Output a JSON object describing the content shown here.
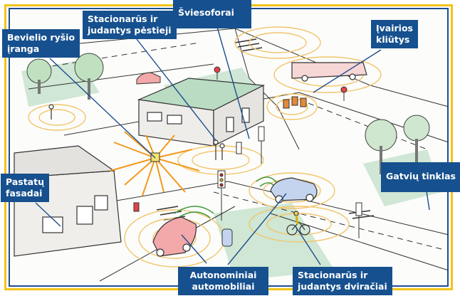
{
  "diagram": {
    "topic": "Autonomous vehicle street environment",
    "colors": {
      "label_background": "#16508e",
      "label_text": "#ffffff",
      "outer_border": "#f2c318",
      "inner_border": "#1d4e8f",
      "signal_rings": "#f2c56b",
      "wireless_rays": "#f29a1a",
      "green_signal": "#3a9a3a",
      "grass": "#a9d6b5"
    },
    "labels": [
      {
        "id": "wireless",
        "line1": "Bevielio ryšio",
        "line2": "įranga"
      },
      {
        "id": "pedestrians",
        "line1": "Stacionarūs ir",
        "line2": "judantys pėstieji"
      },
      {
        "id": "traffic-lights",
        "line1": "Šviesoforai",
        "line2": ""
      },
      {
        "id": "obstacles",
        "line1": "Įvairios",
        "line2": "kliūtys"
      },
      {
        "id": "facades",
        "line1": "Pastatų",
        "line2": "fasadai"
      },
      {
        "id": "street-network",
        "line1": "Gatvių tinklas",
        "line2": ""
      },
      {
        "id": "autonomous-cars",
        "line1": "Autonominiai",
        "line2": "automobiliai"
      },
      {
        "id": "cyclists",
        "line1": "Stacionarūs ir",
        "line2": "judantys dviračiai"
      }
    ]
  }
}
